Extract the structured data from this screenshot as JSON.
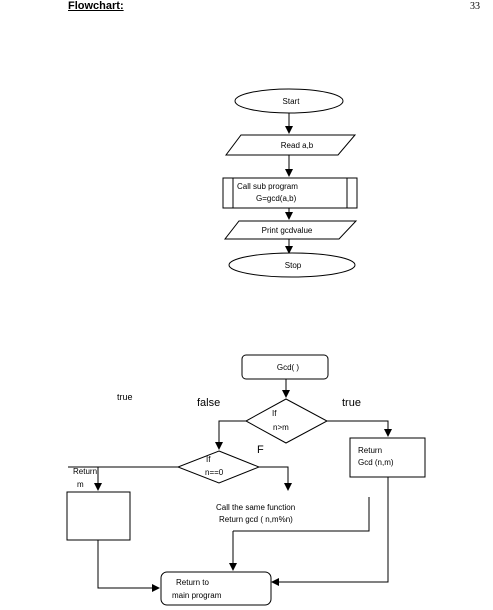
{
  "page": {
    "heading": "Flowchart:",
    "page_number": "33"
  },
  "flowchart_main": {
    "start": "Start",
    "read": "Read a,b",
    "call_line1": "Call sub program",
    "call_line2": "G=gcd(a,b)",
    "print": "Print gcdvalue",
    "stop": "Stop"
  },
  "flowchart_gcd": {
    "title": "Gcd( )",
    "decision1_line1": "If",
    "decision1_line2": "n>m",
    "false_label": "false",
    "true_label": "true",
    "stray_true_label": "true",
    "return_line1": "Return",
    "return_line2": "Gcd (n,m)",
    "decision2_line1": "If",
    "decision2_line2": "n==0",
    "f_label": "F",
    "return_m_line1": "Return",
    "return_m_line2": "m",
    "call_same_line1": "Call the same function",
    "call_same_line2": "Return gcd ( n,m%n)",
    "return_main_line1": "Return to",
    "return_main_line2": "main program"
  }
}
